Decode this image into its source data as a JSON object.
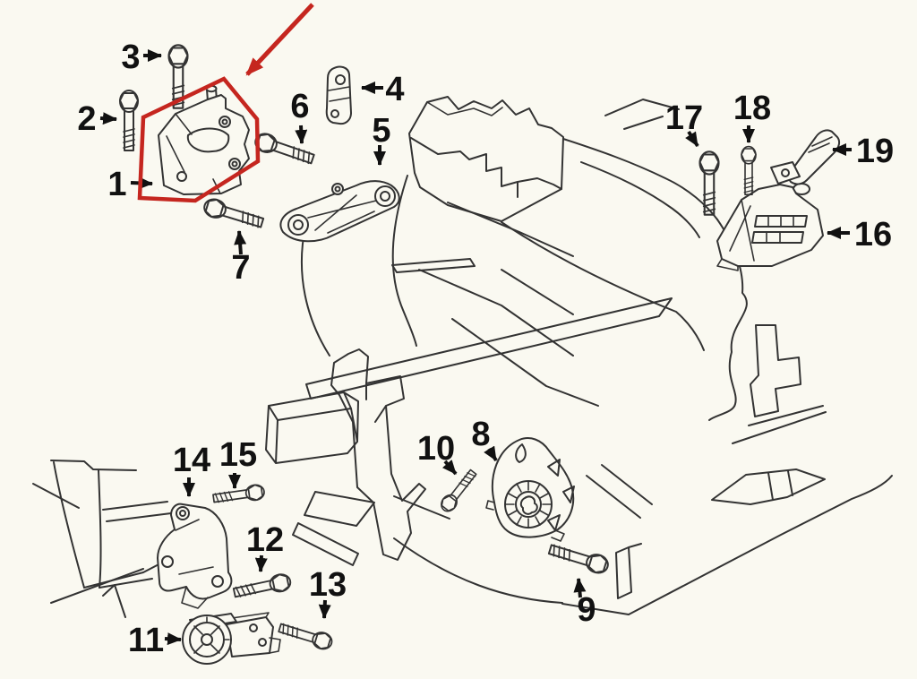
{
  "diagram": {
    "type": "exploded-parts-diagram",
    "background_color": "#faf9f1",
    "line_color": "#333333",
    "label_color": "#111111",
    "highlight_color": "#c5261f",
    "highlighted_part": "1",
    "callouts": [
      {
        "label": "1"
      },
      {
        "label": "2"
      },
      {
        "label": "3"
      },
      {
        "label": "4"
      },
      {
        "label": "5"
      },
      {
        "label": "6"
      },
      {
        "label": "7"
      },
      {
        "label": "8"
      },
      {
        "label": "9"
      },
      {
        "label": "10"
      },
      {
        "label": "11"
      },
      {
        "label": "12"
      },
      {
        "label": "13"
      },
      {
        "label": "14"
      },
      {
        "label": "15"
      },
      {
        "label": "16"
      },
      {
        "label": "17"
      },
      {
        "label": "18"
      },
      {
        "label": "19"
      }
    ]
  }
}
